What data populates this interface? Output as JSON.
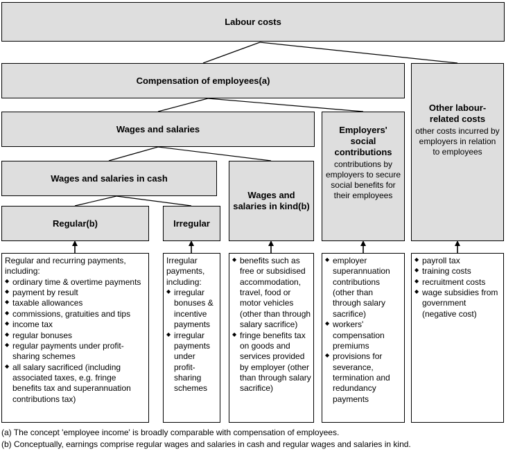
{
  "diagram": {
    "title": "Labour costs",
    "nodes": {
      "labour_costs": {
        "label": "Labour costs"
      },
      "compensation": {
        "label": "Compensation of employees(a)"
      },
      "wages_salaries": {
        "label": "Wages and salaries"
      },
      "wages_cash": {
        "label": "Wages and salaries in cash"
      },
      "regular": {
        "label": "Regular(b)"
      },
      "irregular": {
        "label": "Irregular"
      },
      "wages_kind": {
        "label": "Wages and salaries in kind(b)"
      },
      "employers_social": {
        "label": "Employers' social contributions",
        "sub": "contributions by employers to secure social benefits for their employees"
      },
      "other_labour": {
        "label": "Other labour-related costs",
        "sub": "other costs incurred by employers in relation to employees"
      }
    },
    "details": {
      "regular": {
        "intro": "Regular and recurring payments, including:",
        "items": [
          "ordinary time & overtime payments",
          "payment by result",
          "taxable allowances",
          "commissions, gratuities and tips",
          "income tax",
          "regular bonuses",
          "regular payments under profit-sharing schemes",
          "all salary sacrificed (including associated taxes, e.g. fringe benefits tax and superannuation contributions tax)"
        ]
      },
      "irregular": {
        "intro": "Irregular payments, including:",
        "items": [
          "irregular bonuses & incentive payments",
          "irregular payments under profit-sharing schemes"
        ]
      },
      "wages_kind": {
        "intro": "",
        "items": [
          "benefits such as free or subsidised accommodation, travel, food or motor vehicles (other than through salary sacrifice)",
          "fringe benefits tax on goods and services provided by employer (other than through salary sacrifice)"
        ]
      },
      "employers_social": {
        "intro": "",
        "items": [
          "employer superannuation contributions (other than through salary sacrifice)",
          "workers' compensation premiums",
          "provisions for severance, termination and redundancy payments"
        ]
      },
      "other_labour": {
        "intro": "",
        "items": [
          "payroll tax",
          "training costs",
          "recruitment costs",
          "wage subsidies from government (negative cost)"
        ]
      }
    },
    "footnotes": {
      "a": "(a) The concept 'employee income' is broadly comparable with compensation of employees.",
      "b": "(b) Conceptually, earnings comprise regular wages and salaries in cash and regular wages and salaries in kind."
    },
    "colors": {
      "box_fill": "#dedede",
      "box_border": "#000000",
      "list_fill": "#ffffff",
      "page_bg": "#ffffff"
    }
  }
}
